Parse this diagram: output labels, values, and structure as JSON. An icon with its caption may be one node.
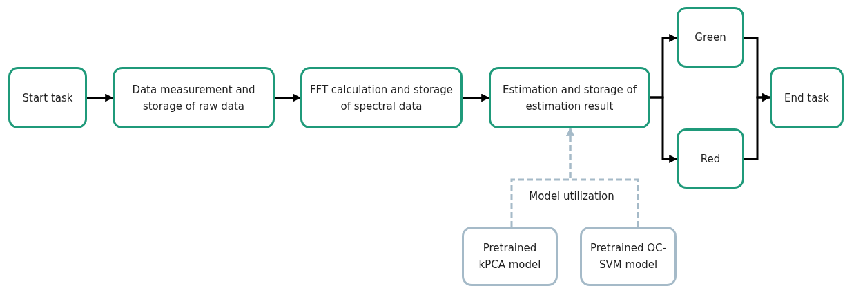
{
  "diagram": {
    "nodes": [
      {
        "text": [
          "Start task"
        ]
      },
      {
        "text": [
          "Data measurement and storage of raw data"
        ]
      },
      {
        "text": [
          "FFT calculation and storage of spectral data"
        ]
      },
      {
        "text": [
          "Estimation and storage of estimation result"
        ]
      },
      {
        "text": [
          "Green"
        ]
      },
      {
        "text": [
          "Red"
        ]
      },
      {
        "text": [
          "End task"
        ]
      },
      {
        "text": [
          "Pretrained kPCA model"
        ]
      },
      {
        "text": [
          "Pretrained OC-SVM model"
        ]
      }
    ],
    "edges": [
      {
        "from": 0,
        "to": 1,
        "arrow": "to"
      },
      {
        "from": 1,
        "to": 2,
        "arrow": "to"
      },
      {
        "from": 2,
        "to": 3,
        "arrow": "to"
      },
      {
        "from": 3,
        "to": 4,
        "arrow": "to"
      },
      {
        "from": 3,
        "to": 5,
        "arrow": "to"
      },
      {
        "from": 4,
        "to": 6,
        "arrow": "to"
      },
      {
        "from": 5,
        "to": 6,
        "arrow": "to"
      },
      {
        "from": 7,
        "to": 3,
        "arrow": "to",
        "style": "dashed",
        "color": "#a5bac8"
      },
      {
        "from": 8,
        "to": 3,
        "arrow": "to",
        "style": "dashed",
        "color": "#a5bac8"
      }
    ],
    "labels": [
      "Model utilization"
    ]
  }
}
